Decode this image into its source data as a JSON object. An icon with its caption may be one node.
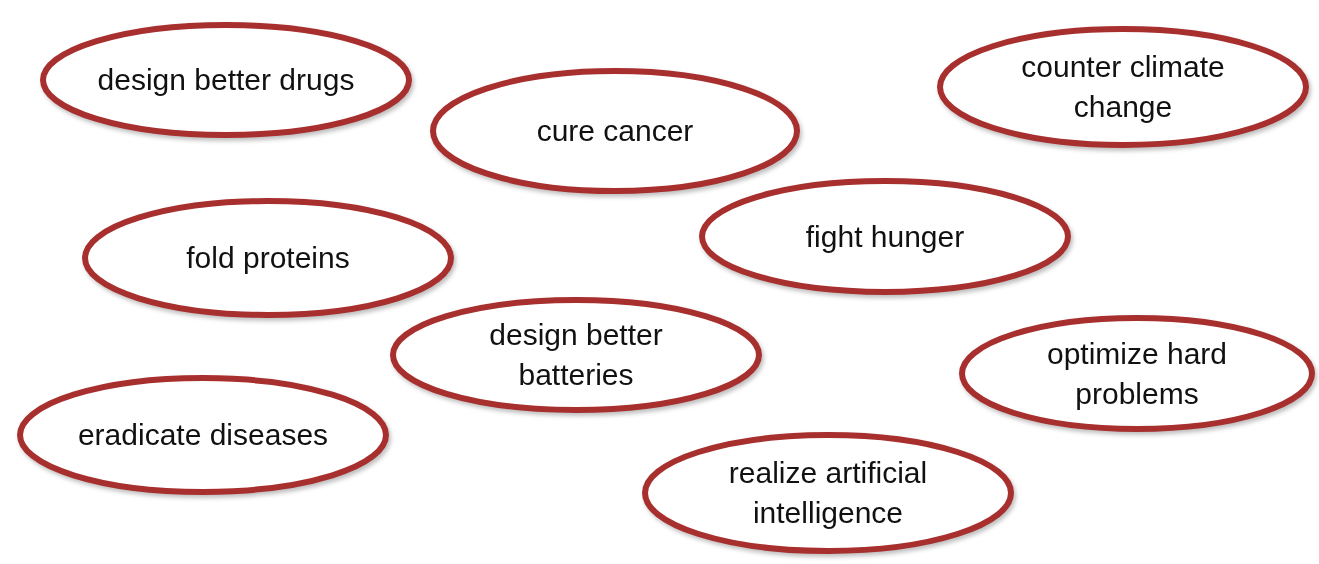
{
  "diagram": {
    "nodes": [
      {
        "text": [
          "design better drugs"
        ]
      },
      {
        "text": [
          "counter climate change"
        ]
      },
      {
        "text": [
          "cure cancer"
        ]
      },
      {
        "text": [
          "fight hunger"
        ]
      },
      {
        "text": [
          "fold proteins"
        ]
      },
      {
        "text": [
          "design better batteries"
        ]
      },
      {
        "text": [
          "optimize hard problems"
        ]
      },
      {
        "text": [
          "eradicate diseases"
        ]
      },
      {
        "text": [
          "realize artificial intelligence"
        ]
      }
    ],
    "edges": []
  }
}
